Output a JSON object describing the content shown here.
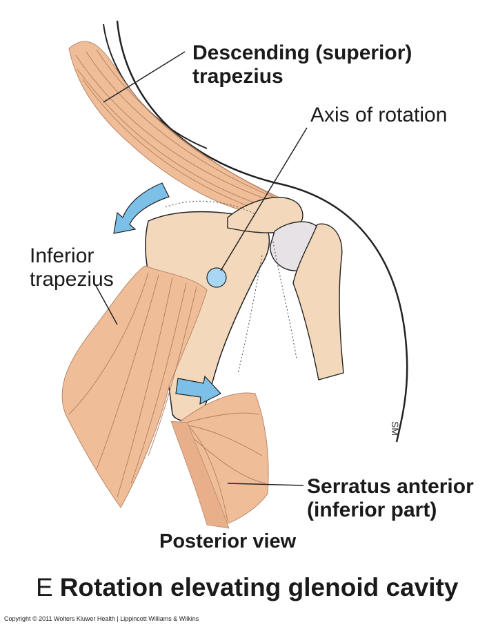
{
  "labels": {
    "descending_trapezius": [
      "Descending (superior)",
      "trapezius"
    ],
    "axis_of_rotation": "Axis of rotation",
    "inferior_trapezius": [
      "Inferior",
      "trapezius"
    ],
    "serratus_anterior": [
      "Serratus anterior",
      "(inferior part)"
    ],
    "view": "Posterior view"
  },
  "caption": {
    "letter": "E",
    "text": "Rotation elevating glenoid cavity"
  },
  "signature": "SM",
  "copyright": "Copyright © 2011 Wolters Kluwer Health | Lippincott Williams & Wilkins",
  "colors": {
    "muscle": "#efbd98",
    "bone": "#f3d8bb",
    "arrow": "#7cc0e8",
    "axis_marker": "#a9d6f3",
    "outline": "#222222"
  }
}
